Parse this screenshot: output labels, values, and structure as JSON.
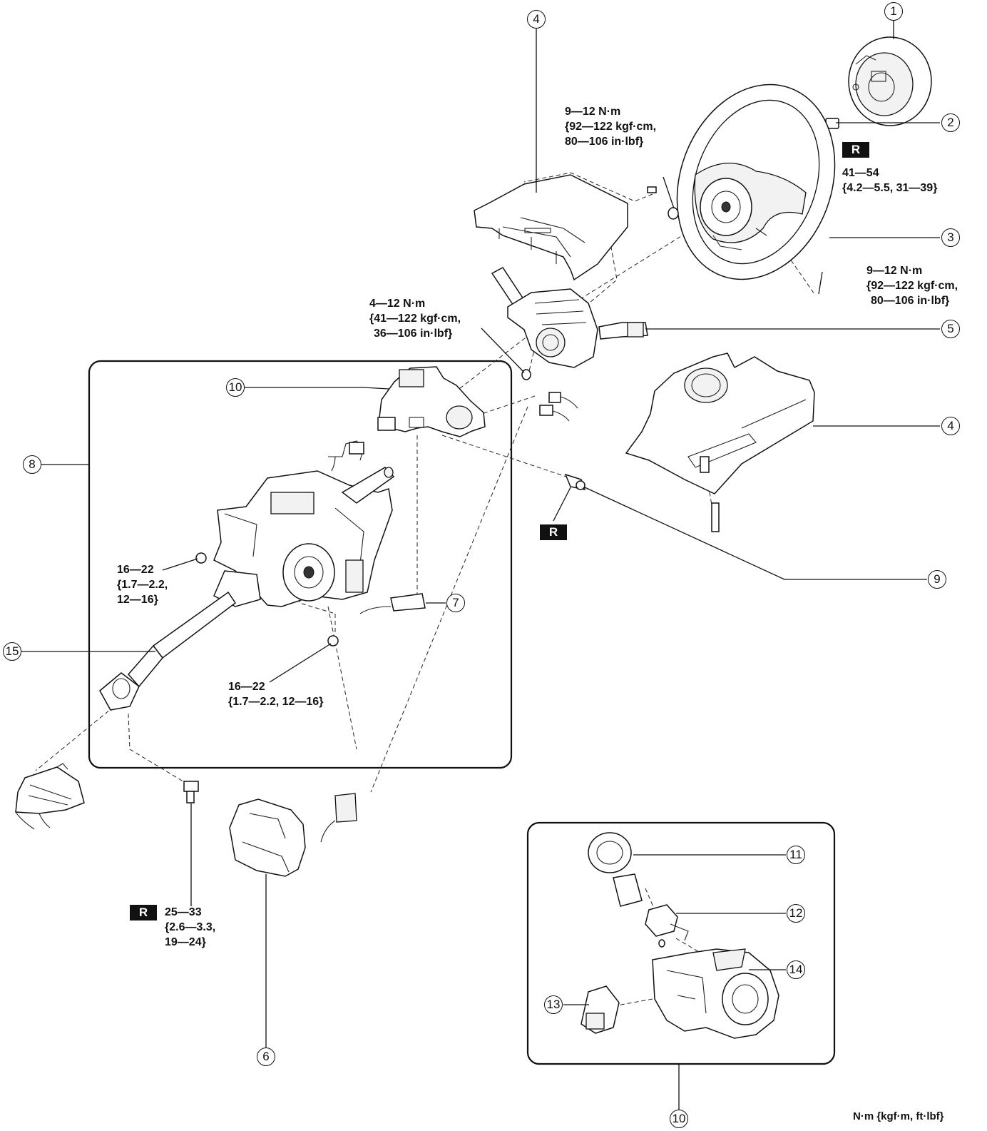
{
  "callouts": {
    "c1": "1",
    "c2": "2",
    "c3": "3",
    "c4a": "4",
    "c4b": "4",
    "c5": "5",
    "c6": "6",
    "c7": "7",
    "c8": "8",
    "c9": "9",
    "c10a": "10",
    "c10b": "10",
    "c11": "11",
    "c12": "12",
    "c13": "13",
    "c14": "14",
    "c15": "15"
  },
  "torque": {
    "t_upper_bolt": [
      "9—12 N·m",
      "{92—122 kgf·cm,",
      "80—106 in·lbf}"
    ],
    "t_wheel_nut": [
      "41—54",
      "{4.2—5.5, 31—39}"
    ],
    "t_wheel_lower": [
      "9—12 N·m",
      "{92—122 kgf·cm,",
      "80—106 in·lbf}"
    ],
    "t_switch": [
      "4—12 N·m",
      "{41—122 kgf·cm,",
      "36—106 in·lbf}"
    ],
    "t_col_left": [
      "16—22",
      "{1.7—2.2,",
      "12—16}"
    ],
    "t_col_bottom": [
      "16—22",
      "{1.7—2.2, 12—16}"
    ],
    "t_joint": [
      "25—33",
      "{2.6—3.3,",
      "19—24}"
    ]
  },
  "badges": {
    "r1": "R",
    "r2": "R",
    "r3": "R"
  },
  "units_note": "N·m {kgf·m, ft·lbf}"
}
